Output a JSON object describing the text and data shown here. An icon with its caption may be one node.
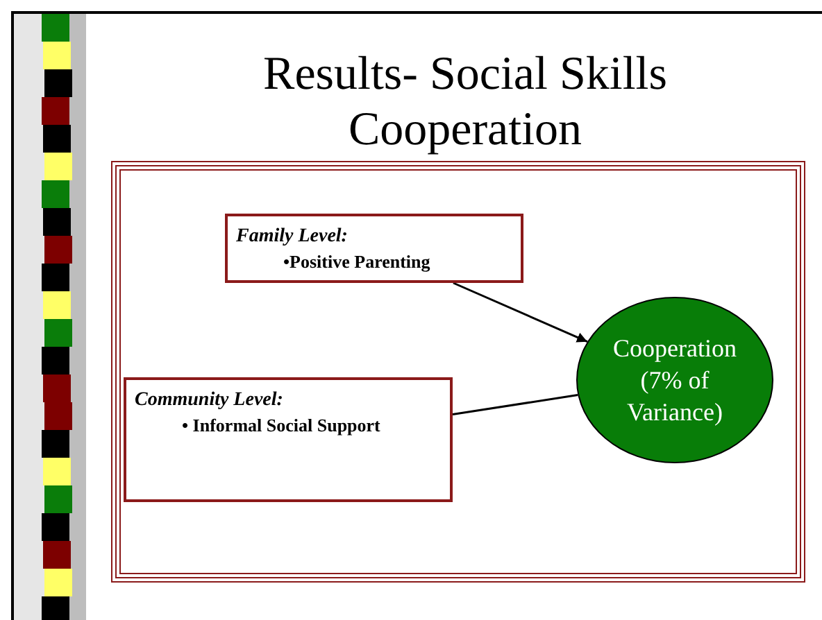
{
  "diagram": {
    "title": "Results- Social Skills Cooperation",
    "nodes": [
      {
        "text": [],
        "shape": "box"
      },
      {
        "text": [
          "Family Level:",
          "•Positive Parenting"
        ],
        "in": 0
      },
      {
        "text": [
          "Community Level:",
          "• Informal Social Support"
        ],
        "in": 0
      },
      {
        "text": [
          "Cooperation (7% of Variance)"
        ],
        "in": 0
      }
    ],
    "edges": [
      {
        "from": 1,
        "to": 3,
        "arrow": "to"
      },
      {
        "from": 2,
        "to": 3,
        "arrow": "none"
      }
    ]
  }
}
